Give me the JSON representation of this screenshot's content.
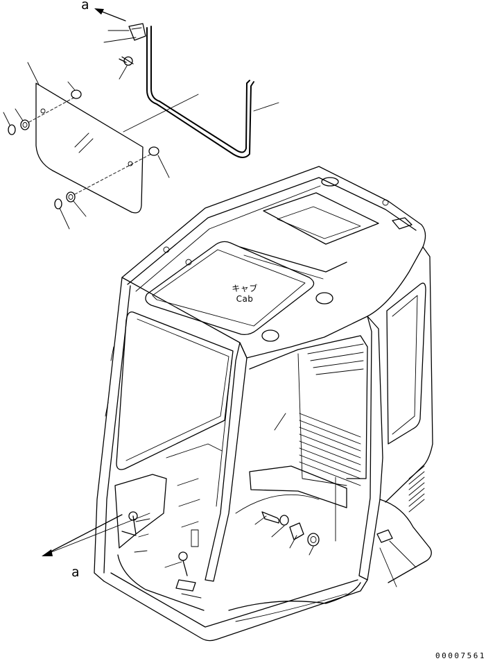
{
  "view_marker": {
    "letter": "a"
  },
  "cab_label": {
    "japanese": "キャブ",
    "english": "Cab"
  },
  "document_number": "00007561",
  "colors": {
    "ink": "#000000",
    "paper": "#ffffff"
  }
}
